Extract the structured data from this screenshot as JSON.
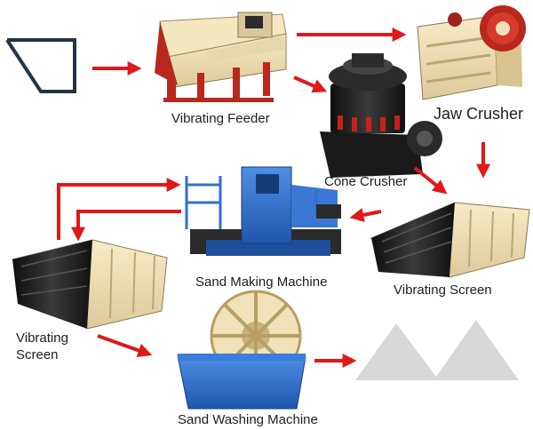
{
  "diagram": {
    "stages": [
      {
        "id": "hopper",
        "label": ""
      },
      {
        "id": "vibrating_feeder",
        "label": "Vibrating Feeder"
      },
      {
        "id": "jaw_crusher",
        "label": "Jaw Crusher"
      },
      {
        "id": "cone_crusher",
        "label": "Cone Crusher"
      },
      {
        "id": "vibrating_screen_1",
        "label": "Vibrating Screen"
      },
      {
        "id": "sand_making_machine",
        "label": "Sand Making Machine"
      },
      {
        "id": "vibrating_screen_2",
        "label": [
          "Vibrating",
          "Screen"
        ]
      },
      {
        "id": "sand_washing_machine",
        "label": "Sand Washing Machine"
      },
      {
        "id": "sand_piles",
        "label": ""
      }
    ],
    "flows": [
      [
        "hopper",
        "vibrating_feeder"
      ],
      [
        "vibrating_feeder",
        "jaw_crusher"
      ],
      [
        "vibrating_feeder",
        "cone_crusher"
      ],
      [
        "jaw_crusher",
        "vibrating_screen_1"
      ],
      [
        "cone_crusher",
        "vibrating_screen_1"
      ],
      [
        "vibrating_screen_1",
        "sand_making_machine"
      ],
      [
        "vibrating_screen_2",
        "sand_making_machine"
      ],
      [
        "sand_making_machine",
        "vibrating_screen_2"
      ],
      [
        "vibrating_screen_2",
        "sand_washing_machine"
      ],
      [
        "sand_washing_machine",
        "sand_piles"
      ]
    ],
    "colors": {
      "arrow": "#e01818",
      "hopper": "#243447",
      "pile": "#d8d8d8",
      "machine_cream": "#efe2b8",
      "machine_red": "#b8281c",
      "machine_black": "#1a1a1a",
      "machine_blue": "#2f6fcf"
    }
  }
}
